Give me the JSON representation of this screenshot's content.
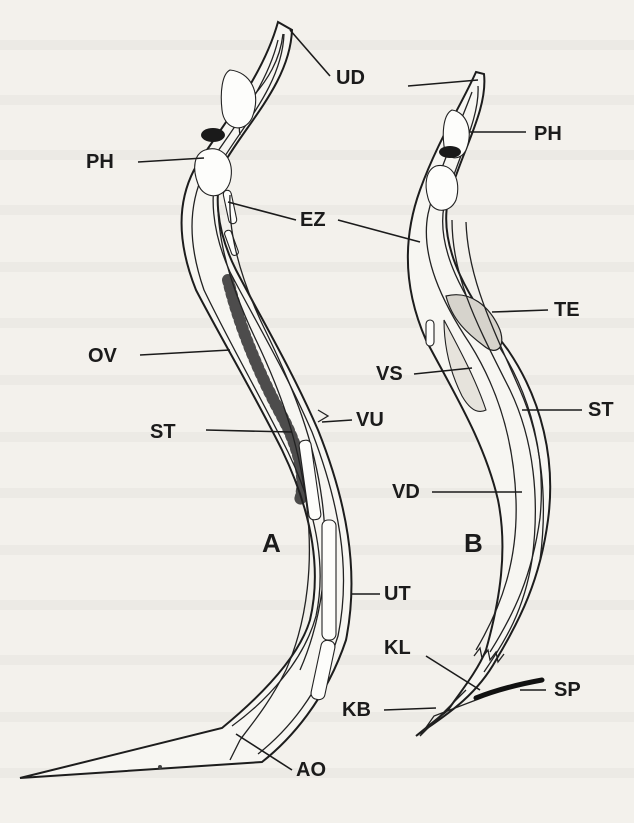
{
  "figure": {
    "panel_a": "A",
    "panel_b": "B"
  },
  "labels_a": {
    "ud": "UD",
    "ph": "PH",
    "ez": "EZ",
    "ov": "OV",
    "st": "ST",
    "vu": "VU",
    "ut": "UT",
    "ao": "AO"
  },
  "labels_b": {
    "ph": "PH",
    "te": "TE",
    "vs": "VS",
    "st": "ST",
    "vd": "VD",
    "kl": "KL",
    "sp": "SP",
    "kb": "KB"
  },
  "colors": {
    "background": "#f3f1ec",
    "line": "#1d1d1d",
    "bleed_text": "#9d9b96"
  }
}
